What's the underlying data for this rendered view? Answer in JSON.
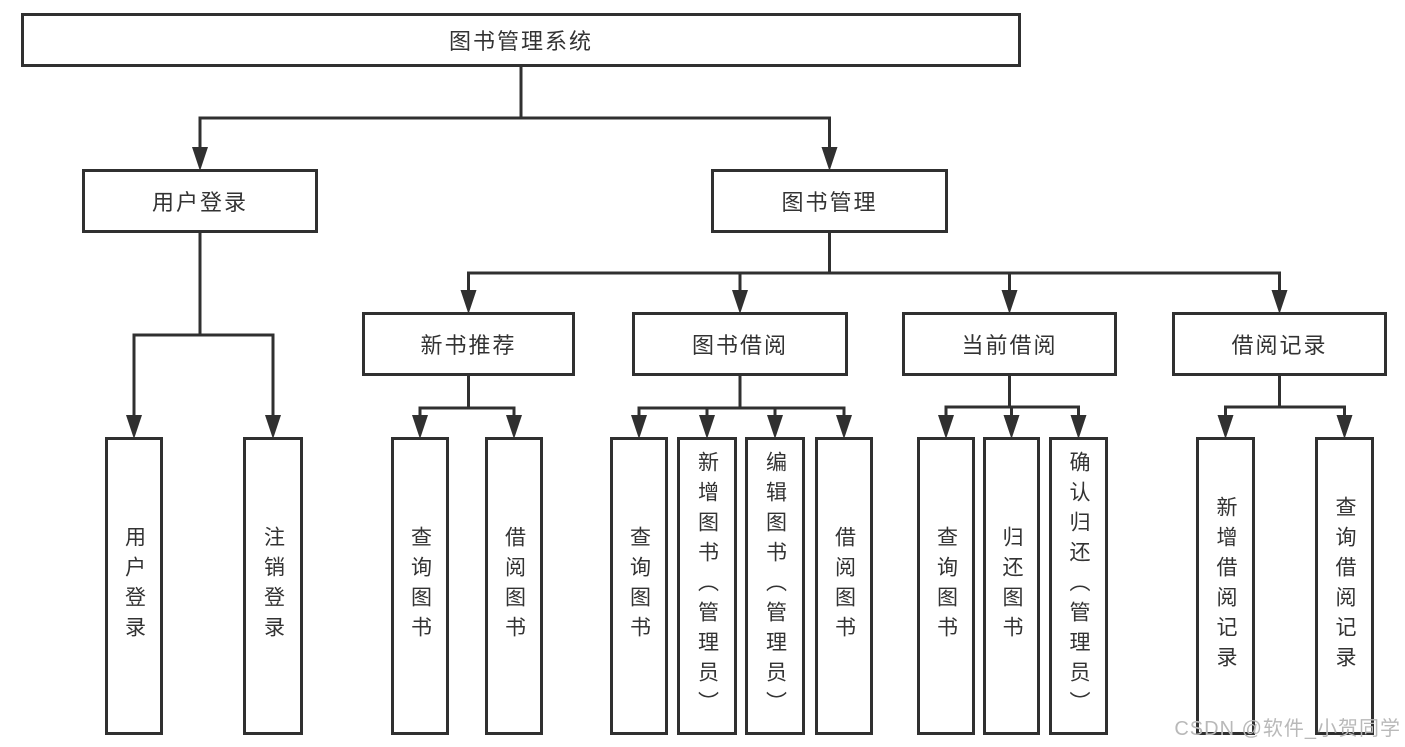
{
  "colors": {
    "line": "#303030",
    "box_border": "#303030",
    "text": "#333333",
    "background": "#ffffff",
    "watermark": "#b9b9b9"
  },
  "watermark": {
    "text": "CSDN @软件_小贺同学"
  },
  "nodes": {
    "root": {
      "label": "图书管理系统"
    },
    "login": {
      "label": "用户登录"
    },
    "mgmt": {
      "label": "图书管理"
    },
    "login_user": {
      "label": "用户登录"
    },
    "login_logout": {
      "label": "注销登录"
    },
    "rec": {
      "label": "新书推荐"
    },
    "borrow": {
      "label": "图书借阅"
    },
    "current": {
      "label": "当前借阅"
    },
    "records": {
      "label": "借阅记录"
    },
    "rec_query": {
      "label": "查询图书"
    },
    "rec_borrow": {
      "label": "借阅图书"
    },
    "borrow_query": {
      "label": "查询图书"
    },
    "borrow_add": {
      "label": "新增图书（管理员）"
    },
    "borrow_edit": {
      "label": "编辑图书（管理员）"
    },
    "borrow_borrow": {
      "label": "借阅图书"
    },
    "cur_query": {
      "label": "查询图书"
    },
    "cur_return": {
      "label": "归还图书"
    },
    "cur_confirm": {
      "label": "确认归还（管理员）"
    },
    "records_add": {
      "label": "新增借阅记录"
    },
    "records_query": {
      "label": "查询借阅记录"
    }
  }
}
